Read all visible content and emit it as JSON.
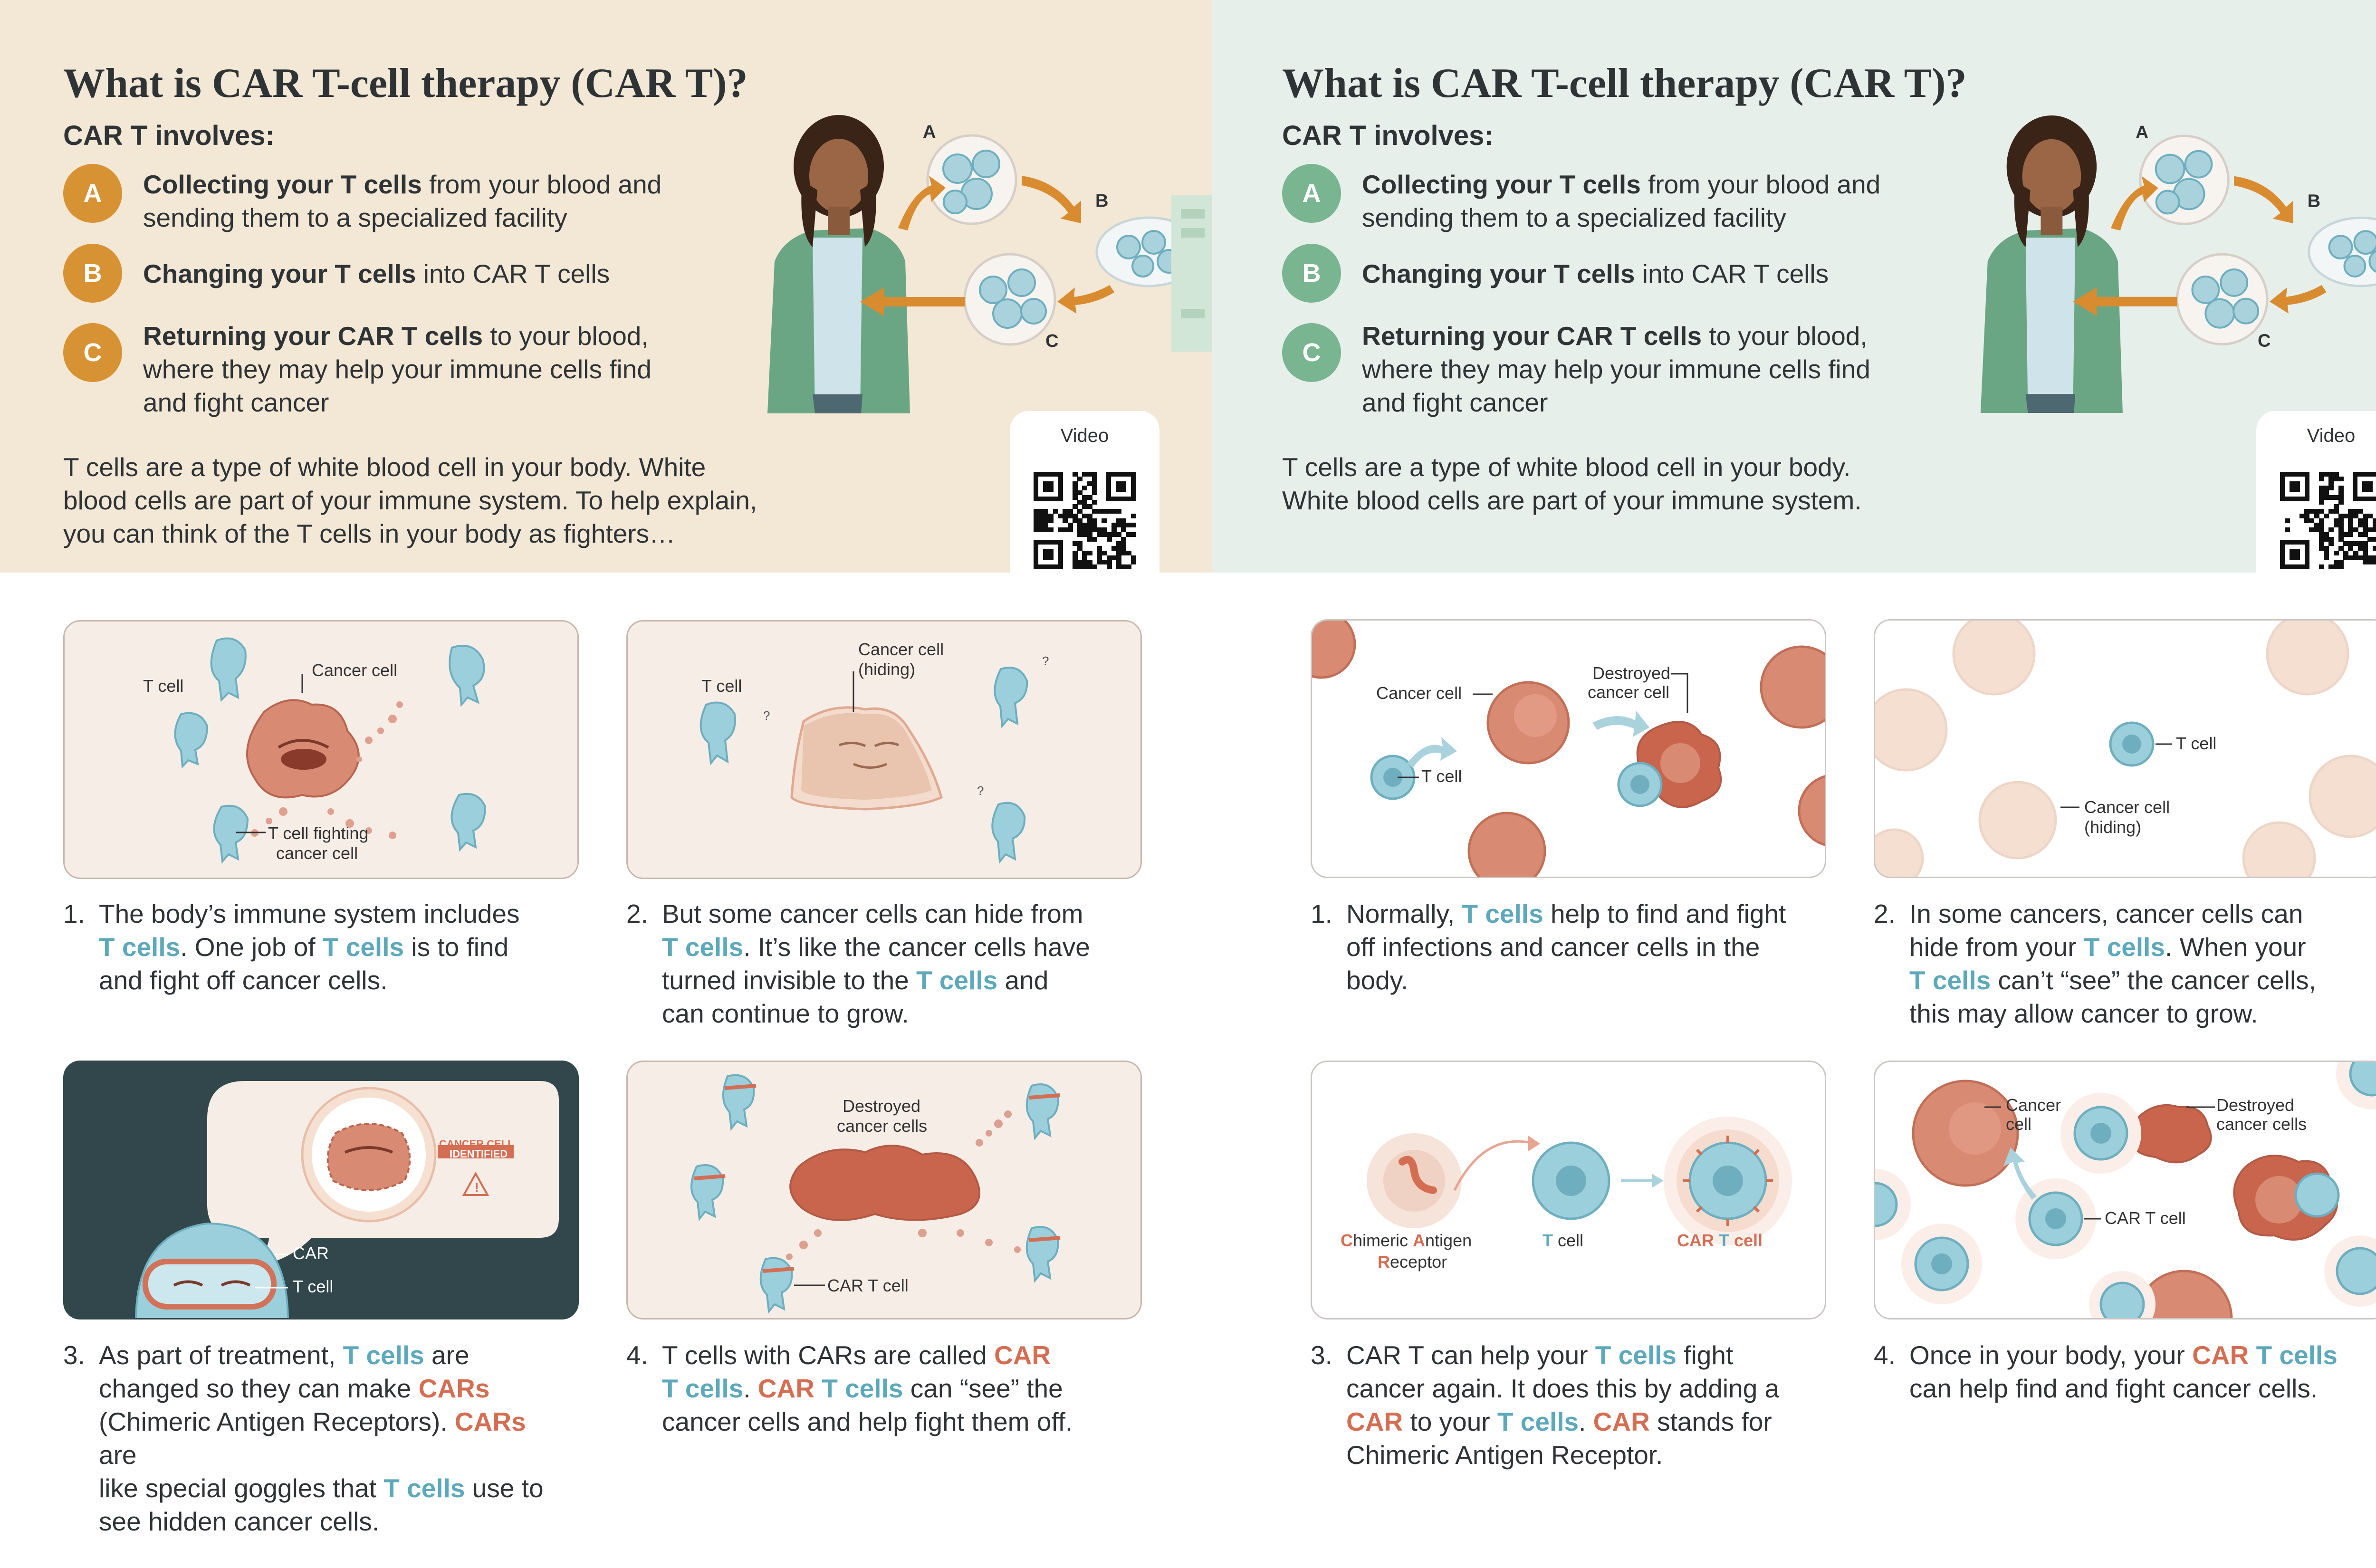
{
  "left": {
    "title": "What is CAR T-cell therapy (CAR T)?",
    "involves_label": "CAR T involves:",
    "steps": [
      {
        "badge": "A",
        "bold": "Collecting your T cells",
        "rest": " from your blood and",
        "line2": "sending them to a specialized facility"
      },
      {
        "badge": "B",
        "bold": "Changing your T cells",
        "rest": " into CAR T cells"
      },
      {
        "badge": "C",
        "bold": "Returning your CAR T cells",
        "rest": " to your blood,",
        "line2": "where they may help your immune cells find",
        "line3": "and fight cancer"
      }
    ],
    "intro": [
      "T cells are a type of white blood cell in your body. White",
      "blood cells are part of your immune system. To help explain,",
      "you can think of the T cells in your body as fighters…"
    ],
    "video_label": "Video",
    "diagram_labels": {
      "a": "A",
      "b": "B",
      "c": "C"
    },
    "panels": [
      {
        "captions": {
          "tcell": "T cell",
          "cancer": "Cancer cell",
          "fighting1": "T cell fighting",
          "fighting2": "cancer cell"
        }
      },
      {
        "captions": {
          "tcell": "T cell",
          "cancer1": "Cancer cell",
          "cancer2": "(hiding)",
          "q": "?"
        }
      },
      {
        "captions": {
          "car": "CAR",
          "tcell": "T cell",
          "identified1": "CANCER CELL",
          "identified2": "IDENTIFIED"
        }
      },
      {
        "captions": {
          "destroyed1": "Destroyed",
          "destroyed2": "cancer cells",
          "cart": "CAR T cell"
        }
      }
    ],
    "paragraphs": {
      "p1": {
        "num": "1.",
        "a": "The body’s immune system includes",
        "t1": "T cells",
        "b": ". One job of ",
        "t2": "T cells",
        "c": " is to find",
        "d": "and fight off cancer cells."
      },
      "p2": {
        "num": "2.",
        "a": "But some cancer cells can hide from",
        "t1": "T cells",
        "b": ". It’s like the cancer cells have",
        "c": "turned invisible to the ",
        "t2": "T cells",
        "d": " and",
        "e": "can continue to grow."
      },
      "p3": {
        "num": "3.",
        "a": "As part of treatment, ",
        "t1": "T cells",
        "b": " are",
        "c": "changed so they can make ",
        "car1": "CARs",
        "d": "(Chimeric Antigen Receptors). ",
        "car2": "CARs",
        "e": " are",
        "f": "like special goggles that ",
        "t2": "T cells",
        "g": " use to",
        "h": "see hidden cancer cells."
      },
      "p4": {
        "num": "4.",
        "a": "T cells with CARs are called ",
        "car1": "CAR",
        "t1": "T cells",
        "b": ". ",
        "car2": "CAR",
        "sp": " ",
        "t2": "T cells",
        "c": " can “see” the",
        "d": "cancer cells and help fight them off."
      }
    }
  },
  "right": {
    "title": "What is CAR T-cell therapy (CAR T)?",
    "involves_label": "CAR T involves:",
    "steps": [
      {
        "badge": "A",
        "bold": "Collecting your T cells",
        "rest": " from your blood and",
        "line2": "sending them to a specialized facility"
      },
      {
        "badge": "B",
        "bold": "Changing your T cells",
        "rest": " into CAR T cells"
      },
      {
        "badge": "C",
        "bold": "Returning your CAR T cells",
        "rest": " to your blood,",
        "line2": "where they may help your immune cells find",
        "line3": "and fight cancer"
      }
    ],
    "intro": [
      "T cells are a type of white blood cell in your body.",
      "White blood cells are part of your immune system."
    ],
    "video_label": "Video",
    "diagram_labels": {
      "a": "A",
      "b": "B",
      "c": "C"
    },
    "panels": [
      {
        "captions": {
          "cancer": "Cancer cell",
          "destroyed1": "Destroyed",
          "destroyed2": "cancer cell",
          "tcell": "T cell"
        }
      },
      {
        "captions": {
          "tcell": "T cell",
          "cancer1": "Cancer cell",
          "cancer2": "(hiding)"
        }
      },
      {
        "captions": {
          "chimeric_c": "C",
          "chimeric_rest": "himeric ",
          "antigen_a": "A",
          "antigen_rest": "ntigen",
          "receptor_r": "R",
          "receptor_rest": "eceptor",
          "tcell_t": "T",
          "tcell_rest": " cell",
          "cart_car": "CAR",
          "cart_t": " T",
          "cart_rest": " cell"
        }
      },
      {
        "captions": {
          "cancer1": "Cancer",
          "cancer2": "cell",
          "destroyed1": "Destroyed",
          "destroyed2": "cancer cells",
          "cart": "CAR T cell"
        }
      }
    ],
    "paragraphs": {
      "p1": {
        "num": "1.",
        "a": "Normally, ",
        "t1": "T cells",
        "b": " help to find and fight",
        "c": "off infections and cancer cells in the",
        "d": "body."
      },
      "p2": {
        "num": "2.",
        "a": "In some cancers, cancer cells can",
        "b": "hide from your ",
        "t1": "T cells",
        "c": ". When your",
        "t2": "T cells",
        "d": " can’t “see” the cancer cells,",
        "e": "this may allow cancer to grow."
      },
      "p3": {
        "num": "3.",
        "a": "CAR T can help your ",
        "t1": "T cells",
        "b": " fight",
        "c": "cancer again. It does this by adding a",
        "car1": "CAR",
        "d": " to your ",
        "t2": "T cells",
        "e": ". ",
        "car2": "CAR",
        "f": " stands for",
        "g": "Chimeric Antigen Receptor."
      },
      "p4": {
        "num": "4.",
        "a": "Once in your body, your ",
        "car1": "CAR",
        "sp": " ",
        "t1": "T cells",
        "b": "can help find and fight cancer cells."
      }
    }
  },
  "colors": {
    "tcell_text": "#5da8bb",
    "car_text": "#d46e53",
    "left_header_bg": "#f3e7d5",
    "right_header_bg": "#e7efeb",
    "left_badge": "#d79233",
    "right_badge": "#78b590",
    "dark_panel": "#31474b"
  },
  "icons": [
    "person-illustration",
    "cell-diagram",
    "arrow-icon",
    "qr-code",
    "warning-icon"
  ]
}
